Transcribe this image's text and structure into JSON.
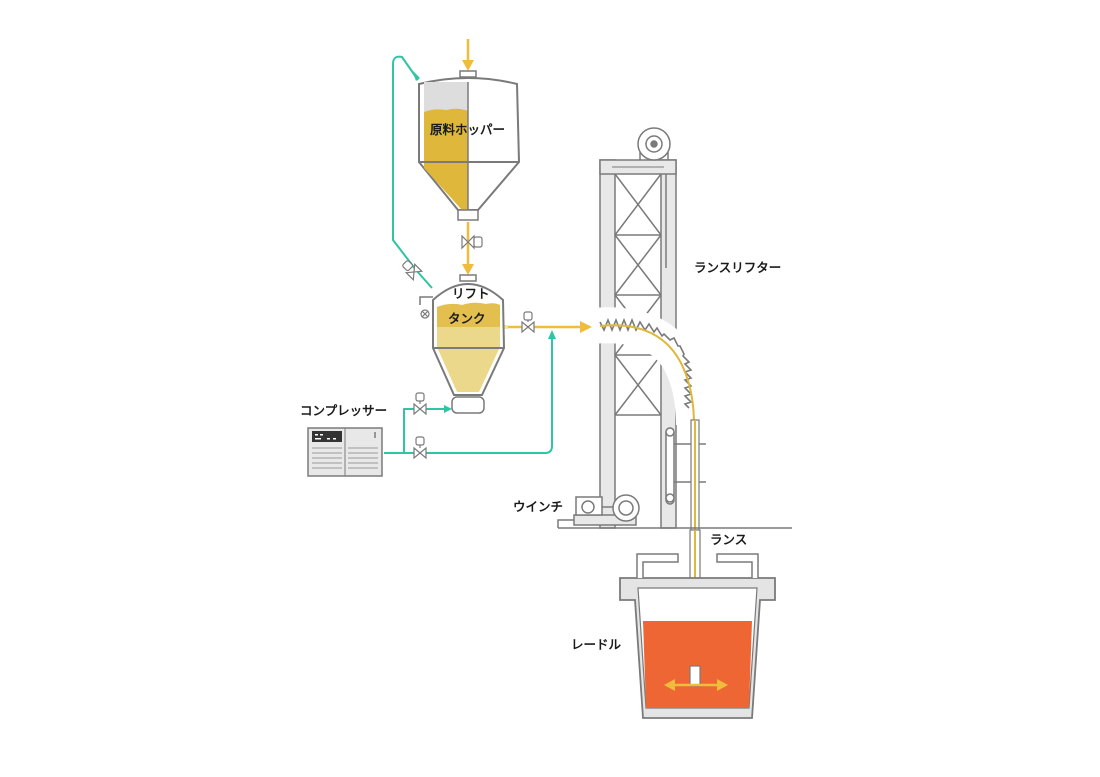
{
  "labels": {
    "hopper": "原料ホッパー",
    "lift_tank_line1": "リフト",
    "lift_tank_line2": "タンク",
    "compressor": "コンプレッサー",
    "lance_lifter": "ランスリフター",
    "winch": "ウインチ",
    "lance": "ランス",
    "ladle": "レードル"
  },
  "colors": {
    "outline": "#7a7a7a",
    "structure_fill": "#e8e8e8",
    "material": "#dfb73a",
    "material_light": "#ecd88a",
    "material_flow": "#efbc3c",
    "air_line": "#2ec4a4",
    "molten_metal": "#ee6633",
    "background": "#ffffff"
  }
}
